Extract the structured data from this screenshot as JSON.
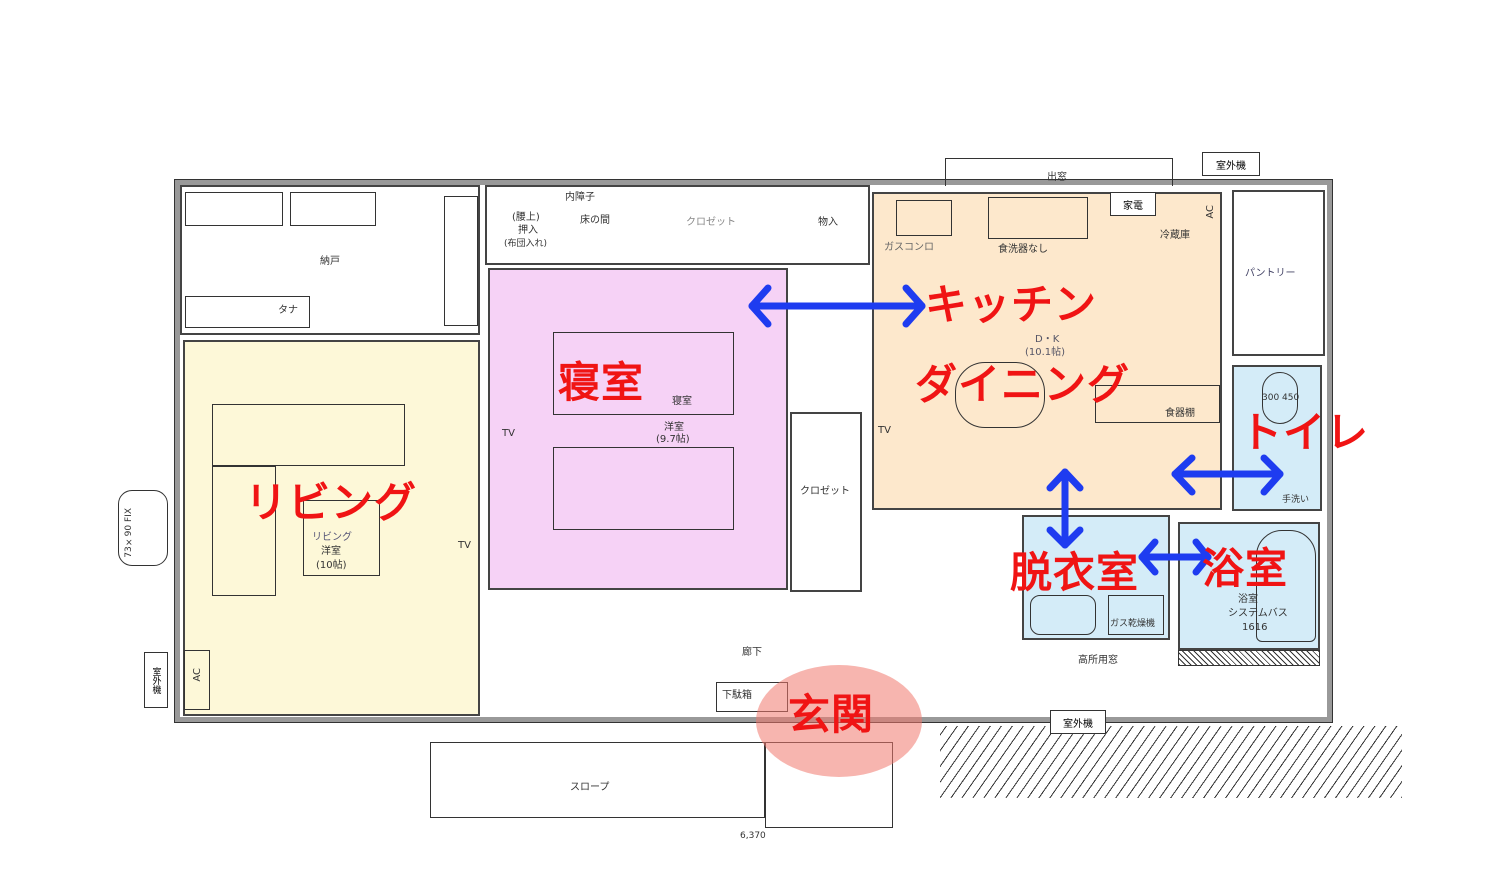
{
  "rooms": {
    "storage": "納戸",
    "shelf": "タナ",
    "closet_upper": "(腰上)",
    "oshiire": "押入",
    "futon": "(布団入れ)",
    "inner_shoji": "内障子",
    "tokonoma": "床の間",
    "closet_top": "クロゼット",
    "monoire": "物入",
    "gas_stove": "ガスコンロ",
    "no_dishwasher": "食洗器なし",
    "appliances": "家電",
    "fridge": "冷蔵庫",
    "bay_window": "出窓",
    "outdoor_unit": "室外機",
    "pantry": "パントリー",
    "dk": "D・K",
    "dk_size": "(10.1帖)",
    "cupboard": "食器棚",
    "tv": "TV",
    "bedroom_small": "寝室",
    "western_room": "洋室",
    "bedroom_size": "(9.7帖)",
    "closet_side": "クロゼット",
    "living_small": "リビング",
    "living_size": "(10帖)",
    "fix_window": "73×90 FIX",
    "ac": "AC",
    "corridor": "廊下",
    "shoe_box": "下駄箱",
    "high_window": "高所用窓",
    "slope": "スロープ",
    "hand_wash": "手洗い",
    "bath_small": "浴室",
    "system_bath": "システムバス",
    "bath_size": "1616",
    "gas_dryer": "ガス乾燥機",
    "dimension": "6,370",
    "toilet_dims": "300  450",
    "ac2": "AC"
  },
  "labels": {
    "kitchen": "キッチン",
    "dining": "ダイニング",
    "toilet": "トイレ",
    "bath": "浴室",
    "dressing": "脱衣室",
    "bedroom": "寝室",
    "living": "リビング",
    "entrance": "玄関"
  },
  "colors": {
    "living": "#fdf8d8",
    "bedroom": "#f6d2f6",
    "kitchen": "#fde8cc",
    "water": "#d4ecf8",
    "label": "#f01414",
    "arrow": "#1e3cf0",
    "entrance": "#f09080"
  }
}
